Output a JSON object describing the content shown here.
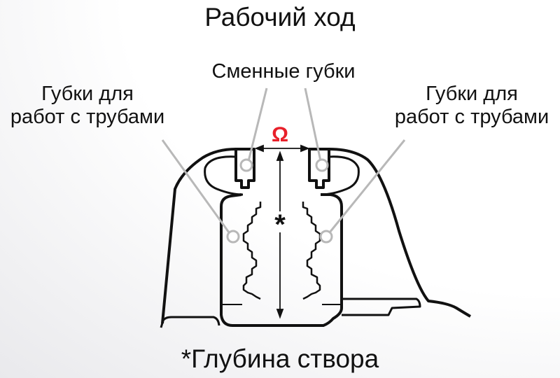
{
  "title": "Рабочий ход",
  "labels": {
    "replaceable_jaws": "Сменные губки",
    "pipe_jaws_left": [
      "Губки для",
      "работ с трубами"
    ],
    "pipe_jaws_right": [
      "Губки для",
      "работ с трубами"
    ],
    "omega": "Ω",
    "depth_marker": "*"
  },
  "footer": "*Глубина створа",
  "colors": {
    "accent": "#e8202a",
    "leader": "#b8b8b8",
    "outline": "#111111"
  }
}
